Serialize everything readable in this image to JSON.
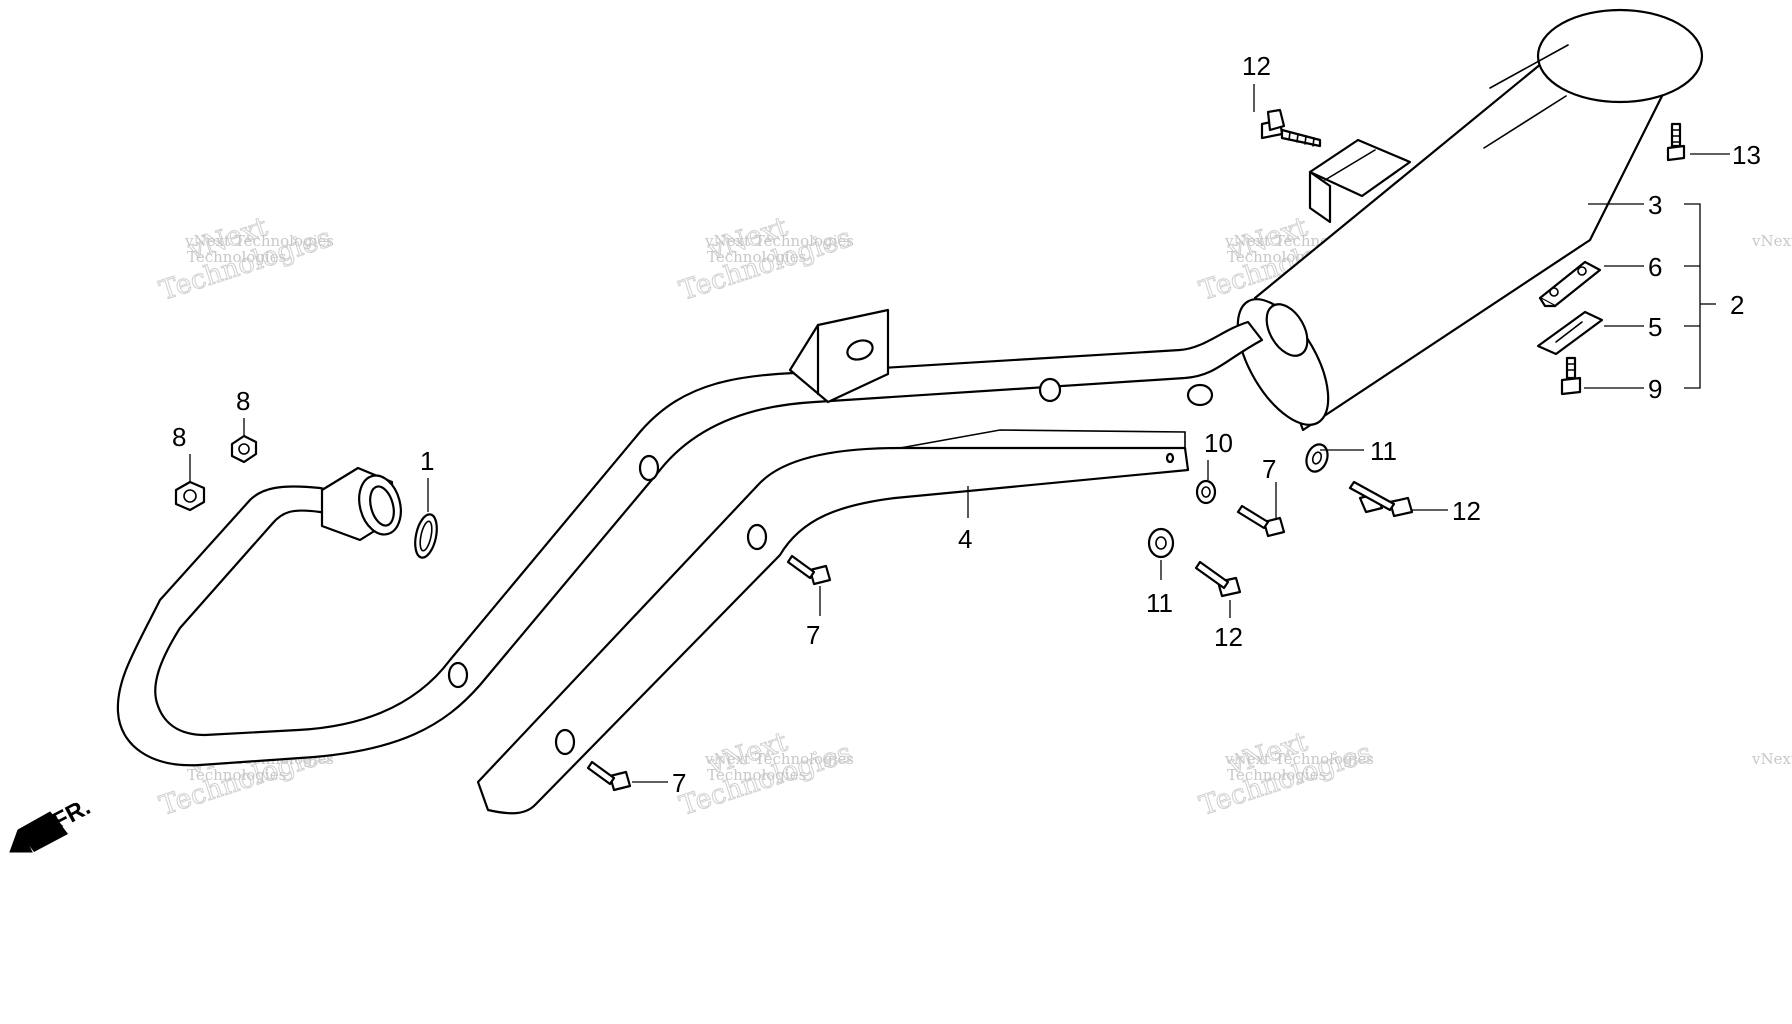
{
  "watermark": {
    "line1": "vNext",
    "line2": "Technologies",
    "small": "vNext Technologies"
  },
  "direction_label": "FR.",
  "callouts": {
    "c1": "1",
    "c2": "2",
    "c3": "3",
    "c4": "4",
    "c5": "5",
    "c6": "6",
    "c7a": "7",
    "c7b": "7",
    "c7c": "7",
    "c8a": "8",
    "c8b": "8",
    "c9": "9",
    "c10": "10",
    "c11a": "11",
    "c11b": "11",
    "c12a": "12",
    "c12b": "12",
    "c12c": "12",
    "c13": "13"
  },
  "colors": {
    "line": "#000000",
    "background": "#ffffff",
    "watermark": "#c8c8c8"
  }
}
